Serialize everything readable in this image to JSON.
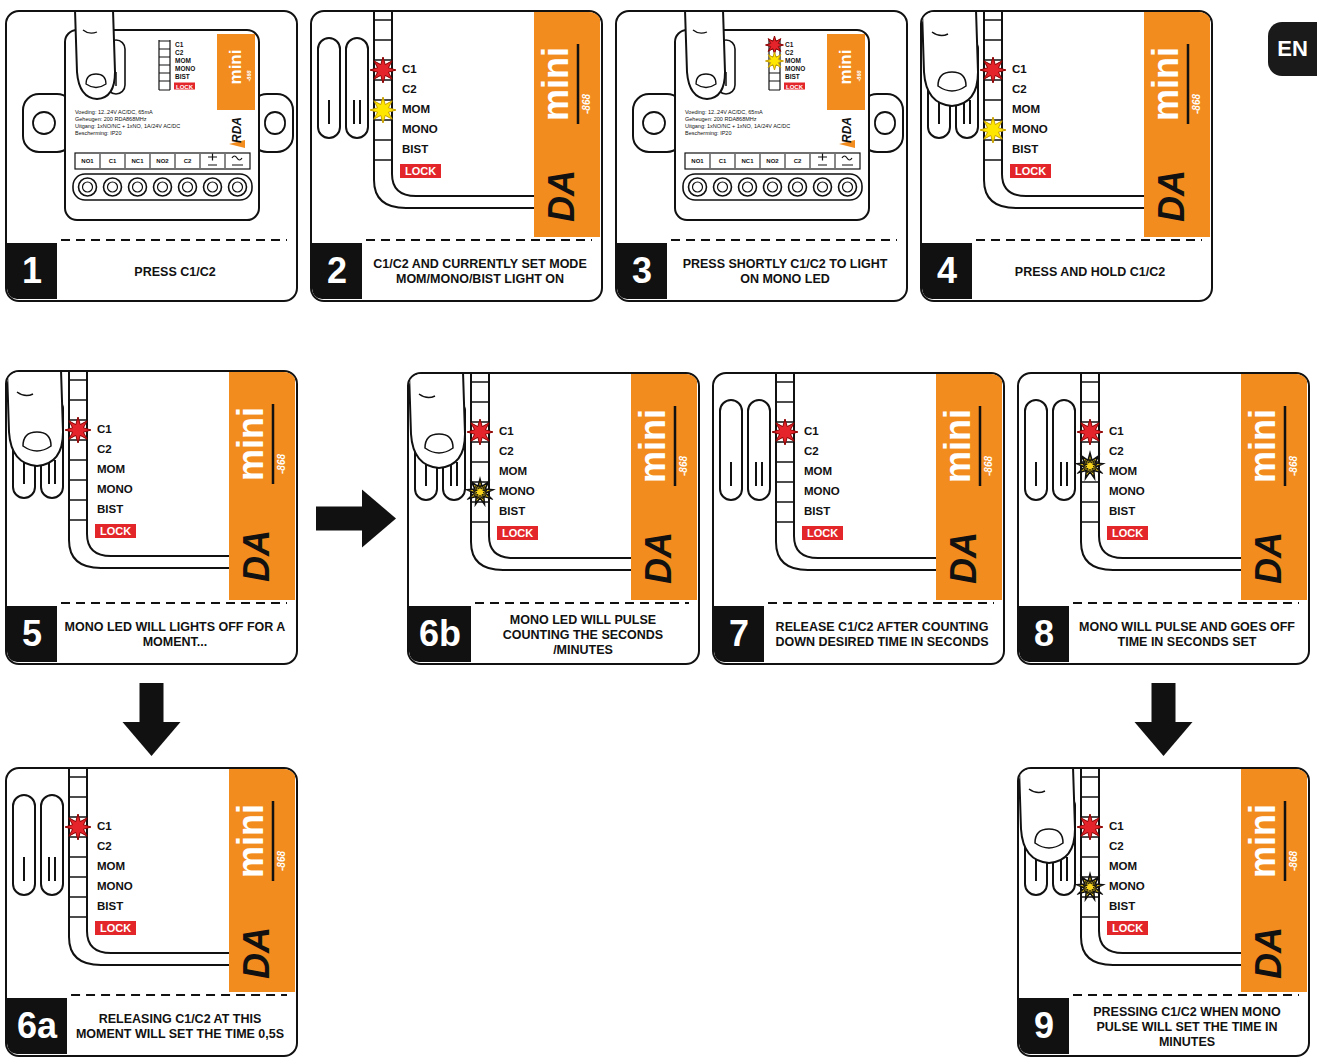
{
  "diagram": {
    "nodes": [
      {
        "text": [
          "1",
          "PRESS C1/C2"
        ]
      },
      {
        "text": [
          "2",
          "C1/C2 AND CURRENTLY SET MODE MOM/MONO/BIST LIGHT ON"
        ]
      },
      {
        "text": [
          "3",
          "PRESS SHORTLY C1/C2 TO LIGHT ON MONO LED"
        ]
      },
      {
        "text": [
          "4",
          "PRESS AND HOLD C1/C2"
        ]
      },
      {
        "text": [
          "5",
          "MONO LED WILL LIGHTS OFF FOR A MOMENT..."
        ]
      },
      {
        "text": [
          "6b",
          "MONO LED WILL PULSE COUNTING THE SECONDS /MINUTES"
        ]
      },
      {
        "text": [
          "7",
          "RELEASE C1/C2 AFTER COUNTING DOWN DESIRED TIME IN SECONDS"
        ]
      },
      {
        "text": [
          "8",
          "MONO WILL PULSE AND GOES OFF TIME IN SECONDS SET"
        ]
      },
      {
        "text": [
          "6a",
          "RELEASING C1/C2 AT THIS MOMENT WILL SET THE TIME 0,5S"
        ]
      },
      {
        "text": [
          "9",
          "PRESSING C1/C2 WHEN MONO PULSE WILL SET THE TIME IN MINUTES"
        ]
      }
    ],
    "edges": [
      {
        "from": 4,
        "to": 5,
        "arrow": "to"
      },
      {
        "from": 4,
        "to": 8,
        "arrow": "to"
      },
      {
        "from": 7,
        "to": 9,
        "arrow": "to"
      }
    ],
    "labels": [
      "EN",
      "C1",
      "C2",
      "MOM",
      "MONO",
      "BIST",
      "LOCK",
      "mini",
      "-868",
      "RDA",
      "Voeding: 12..24V AC/DC, 65mA",
      "Geheugen: 200 RDA868MHz",
      "Uitgang: 1xNO/NC + 1xNO, 1A/24V AC/DC",
      "Bescherming: IP20",
      "NO1",
      "C1",
      "NC1",
      "NO2",
      "C2",
      "C1",
      "C2",
      "MOM",
      "MONO",
      "BIST",
      "LOCK",
      "mini",
      "-868",
      "DA",
      "C1",
      "C2",
      "MOM",
      "MONO",
      "BIST",
      "LOCK",
      "mini",
      "-868",
      "RDA",
      "Voeding: 12..24V AC/DC, 65mA",
      "Geheugen: 200 RDA868MHz",
      "Uitgang: 1xNO/NC + 1xNO, 1A/24V AC/DC",
      "Bescherming: IP20",
      "NO1",
      "C1",
      "NC1",
      "NO2",
      "C2",
      "C1",
      "C2",
      "MOM",
      "MONO",
      "BIST",
      "LOCK",
      "mini",
      "-868",
      "DA",
      "C1",
      "C2",
      "MOM",
      "MONO",
      "BIST",
      "LOCK",
      "mini",
      "-868",
      "DA",
      "C1",
      "C2",
      "MOM",
      "MONO",
      "BIST",
      "LOCK",
      "mini",
      "-868",
      "DA",
      "C1",
      "C2",
      "MOM",
      "MONO",
      "BIST",
      "LOCK",
      "mini",
      "-868",
      "DA",
      "C1",
      "C2",
      "MOM",
      "MONO",
      "BIST",
      "LOCK",
      "mini",
      "-868",
      "DA",
      "C1",
      "C2",
      "MOM",
      "MONO",
      "BIST",
      "LOCK",
      "mini",
      "-868",
      "DA",
      "C1",
      "C2",
      "MOM",
      "MONO",
      "BIST",
      "LOCK",
      "mini",
      "-868",
      "DA"
    ]
  }
}
